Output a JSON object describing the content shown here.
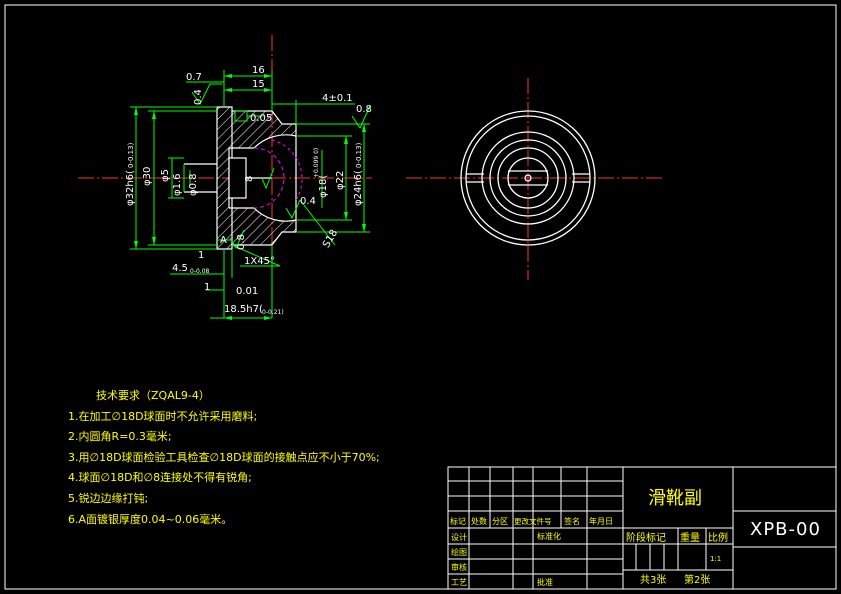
{
  "drawing": {
    "dims": {
      "d16": "16",
      "d15": "15",
      "d07": "0.7",
      "d4": "4±0.1",
      "flat": "0.05",
      "r08a": "0.8",
      "r08b": "0.8",
      "r04a": "0.4",
      "r04b": "0.4",
      "phi32": "φ32h6(",
      "phi32_tol": "0-0.13)",
      "phi30": "φ30",
      "phi5": "φ5",
      "phi16": "φ1.6",
      "phi08": "φ0.8",
      "eight": "8",
      "phi18": "φ18(",
      "phi18_tol": "+0.099 0)",
      "phi22": "φ22",
      "phi24": "φ24h6(",
      "phi24_tol": "0-0.13)",
      "s18": "S18",
      "chamfer": "1X45°",
      "d45": "4.5",
      "d45_tol": "0-0.08",
      "one": "1",
      "flat2": "0.01",
      "d185": "18.5h7(",
      "d185_tol": "0-0.21)",
      "a_label": "A"
    }
  },
  "notes": {
    "title": "技术要求（ZQAL9-4）",
    "items": [
      "1.在加工∅18D球面时不允许采用磨料;",
      "2.内圆角R=0.3毫米;",
      "3.用∅18D球面检验工具检查∅18D球面的接触点应不小于70%;",
      "4.球面∅18D和∅8连接处不得有锐角;",
      "5.锐边边缘打钝;",
      "6.A面镀银厚度0.04~0.06毫米。"
    ]
  },
  "title_block": {
    "part_name": "滑靴副",
    "drawing_no": "XPB-00",
    "rev_headers": [
      "标记",
      "处数",
      "分区",
      "更改文件号",
      "签名",
      "年月日"
    ],
    "roles": [
      "设计",
      "绘图",
      "审核",
      "工艺"
    ],
    "standardize": "标准化",
    "approve": "批准",
    "stage_label": "阶段标记",
    "weight_label": "重量",
    "scale_label": "比例",
    "scale_value": "1:1",
    "sheets_total": "共3张",
    "sheet_no": "第2张"
  }
}
